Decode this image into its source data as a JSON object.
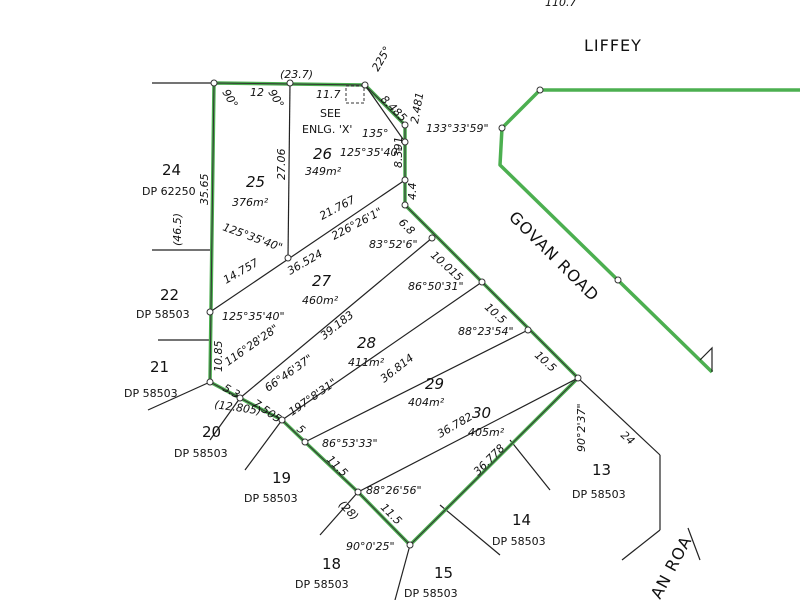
{
  "top_partial": "110.7",
  "roads": {
    "liffey": "LIFFEY",
    "govan": "GOVAN  ROAD",
    "govan_partial": "AN  ROA"
  },
  "see_note": {
    "line1": "SEE",
    "line2": "ENLG. 'X'"
  },
  "lots": [
    {
      "num": "25",
      "area": "376m²"
    },
    {
      "num": "26",
      "area": "349m²"
    },
    {
      "num": "27",
      "area": "460m²"
    },
    {
      "num": "28",
      "area": "411m²"
    },
    {
      "num": "29",
      "area": "404m²"
    },
    {
      "num": "30",
      "area": "405m²"
    }
  ],
  "neighbours": [
    {
      "lot": "24",
      "dp": "DP 62250"
    },
    {
      "lot": "22",
      "dp": "DP 58503"
    },
    {
      "lot": "21",
      "dp": "DP 58503"
    },
    {
      "lot": "20",
      "dp": "DP 58503"
    },
    {
      "lot": "19",
      "dp": "DP 58503"
    },
    {
      "lot": "18",
      "dp": "DP 58503"
    },
    {
      "lot": "15",
      "dp": "DP 58503"
    },
    {
      "lot": "14",
      "dp": "DP 58503"
    },
    {
      "lot": "13",
      "dp": "DP 58503"
    }
  ],
  "dims": {
    "d_23_7": "(23.7)",
    "d_12": "12",
    "d_11_7": "11.7",
    "a_90a": "90°",
    "a_90b": "90°",
    "a_225": "225°",
    "d_8_485": "8.485",
    "d_2_481": "2.481",
    "b_133": "133°33'59\"",
    "a_135": "135°",
    "d_8_391": "8.391",
    "b_125_40a": "125°35'40\"",
    "d_4_4": "4.4",
    "d_35_65": "35.65",
    "d_46_5": "(46.5)",
    "d_27_06": "27.06",
    "b_125_40b": "125°35'40\"",
    "d_21_767": "21.767",
    "b_226": "226°26'1\"",
    "d_6_8": "6.8",
    "b_83": "83°52'6\"",
    "d_14_757": "14.757",
    "d_36_524": "36.524",
    "d_10_015": "10.015",
    "b_86_50": "86°50'31\"",
    "b_125_40c": "125°35'40\"",
    "d_10_5a": "10.5",
    "b_88_23": "88°23'54\"",
    "d_39_183": "39.183",
    "d_10_85": "10.85",
    "b_116": "116°28'28\"",
    "b_66": "66°46'37\"",
    "d_36_814": "36.814",
    "d_10_5b": "10.5",
    "d_5_3": "5.3",
    "d_7_505": "7.505",
    "b_197": "197°8'31\"",
    "d_12_805": "(12.805)",
    "d_5": "5",
    "b_86_53": "86°53'33\"",
    "d_36_782": "36.782",
    "d_90_2": "90°2'37\"",
    "d_24": "24",
    "d_11_5a": "11.5",
    "b_88_26": "88°26'56\"",
    "d_36_778": "36.778",
    "d_28": "(28)",
    "d_11_5b": "11.5",
    "b_90_0": "90°0'25\""
  }
}
